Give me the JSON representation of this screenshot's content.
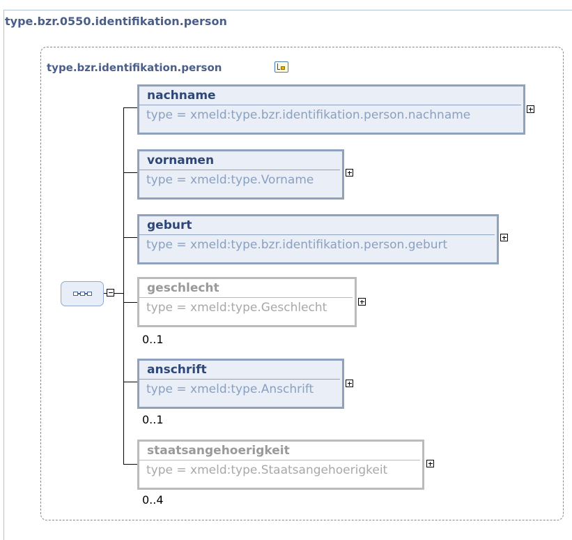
{
  "outer_title": "type.bzr.0550.identifikation.person",
  "inner_title": "type.bzr.identifikation.person",
  "icons": {
    "type_icon": "complex-type-icon",
    "sequence_icon": "sequence-compositor-icon",
    "collapse": "minus-toggle-icon",
    "expand": "plus-toggle-icon"
  },
  "elements": [
    {
      "name": "nachname",
      "type": "type = xmeld:type.bzr.identifikation.person.nachname",
      "occurrence": "",
      "optional": false
    },
    {
      "name": "vornamen",
      "type": "type = xmeld:type.Vorname",
      "occurrence": "",
      "optional": false
    },
    {
      "name": "geburt",
      "type": "type = xmeld:type.bzr.identifikation.person.geburt",
      "occurrence": "",
      "optional": false
    },
    {
      "name": "geschlecht",
      "type": "type = xmeld:type.Geschlecht",
      "occurrence": "0..1",
      "optional": true
    },
    {
      "name": "anschrift",
      "type": "type = xmeld:type.Anschrift",
      "occurrence": "0..1",
      "optional": false
    },
    {
      "name": "staatsangehoerigkeit",
      "type": "type = xmeld:type.Staatsangehoerigkeit",
      "occurrence": "0..4",
      "optional": true
    }
  ]
}
